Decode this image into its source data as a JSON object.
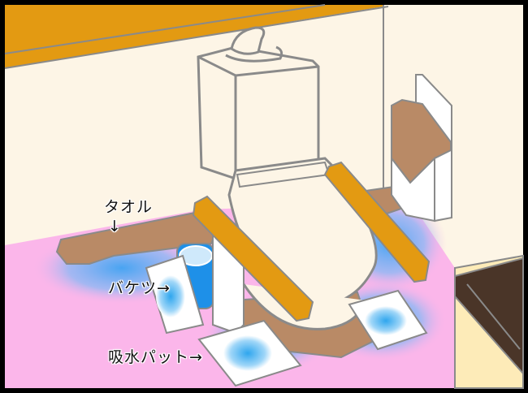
{
  "illustration": {
    "subject": "toilet with water-absorbing setup",
    "labels": {
      "towel": "タオル",
      "towel_arrow": "↓",
      "bucket": "バケツ→",
      "pad": "吸水パット→"
    },
    "colors": {
      "wall": "#fdf5e6",
      "trim": "#e39a12",
      "outline": "#8a8a8a",
      "floor": "#fbb6ea",
      "towel": "#b98a66",
      "water_glow": "#4aa8f0",
      "bucket": "#1e90e8",
      "counter": "#4a3528",
      "cabinet": "#fdebb8",
      "frame": "#000000"
    }
  }
}
